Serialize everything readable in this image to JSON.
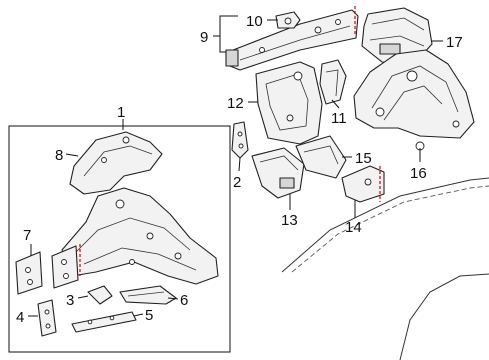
{
  "callouts": [
    {
      "id": "1",
      "label": "1"
    },
    {
      "id": "2",
      "label": "2"
    },
    {
      "id": "3",
      "label": "3"
    },
    {
      "id": "4",
      "label": "4"
    },
    {
      "id": "5",
      "label": "5"
    },
    {
      "id": "6",
      "label": "6"
    },
    {
      "id": "7",
      "label": "7"
    },
    {
      "id": "8",
      "label": "8"
    },
    {
      "id": "9",
      "label": "9"
    },
    {
      "id": "10",
      "label": "10"
    },
    {
      "id": "11",
      "label": "11"
    },
    {
      "id": "12",
      "label": "12"
    },
    {
      "id": "13",
      "label": "13"
    },
    {
      "id": "14",
      "label": "14"
    },
    {
      "id": "15",
      "label": "15"
    },
    {
      "id": "16",
      "label": "16"
    },
    {
      "id": "17",
      "label": "17"
    }
  ],
  "colors": {
    "line": "#222222",
    "cut_marker": "#e00000",
    "background": "#ffffff"
  }
}
